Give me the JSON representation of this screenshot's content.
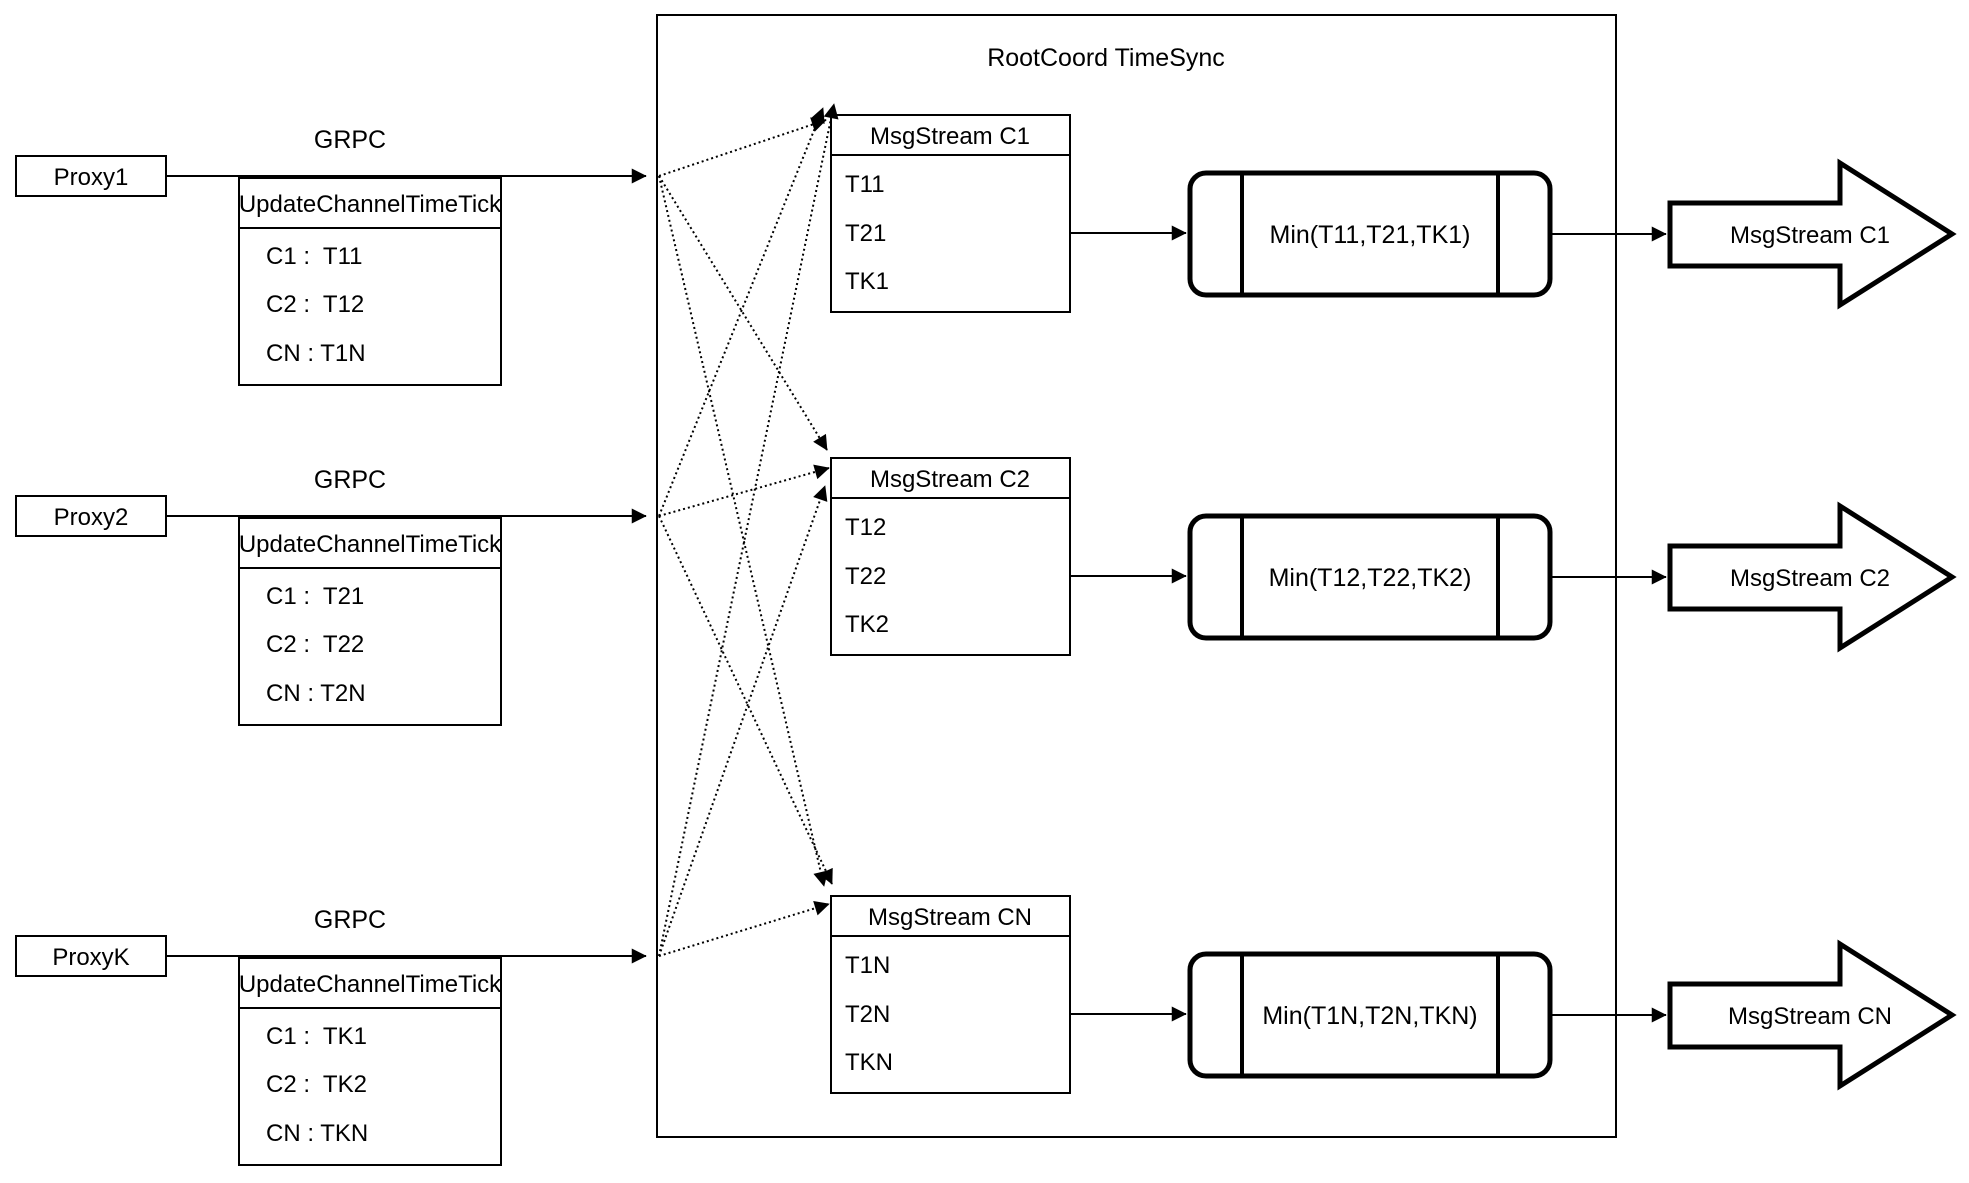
{
  "title": "RootCoord TimeSync",
  "proxies": [
    {
      "label": "Proxy1",
      "grpc_label": "GRPC",
      "table_header": "UpdateChannelTimeTick",
      "rows": [
        "C1 :  T11",
        "C2 :  T12",
        "CN : T1N"
      ]
    },
    {
      "label": "Proxy2",
      "grpc_label": "GRPC",
      "table_header": "UpdateChannelTimeTick",
      "rows": [
        "C1 :  T21",
        "C2 :  T22",
        "CN : T2N"
      ]
    },
    {
      "label": "ProxyK",
      "grpc_label": "GRPC",
      "table_header": "UpdateChannelTimeTick",
      "rows": [
        "C1 :  TK1",
        "C2 :  TK2",
        "CN : TKN"
      ]
    }
  ],
  "streams": [
    {
      "table_header": "MsgStream C1",
      "rows": [
        "T11",
        "T21",
        "TK1"
      ],
      "min_label": "Min(T11,T21,TK1)",
      "output_label": "MsgStream C1"
    },
    {
      "table_header": "MsgStream C2",
      "rows": [
        "T12",
        "T22",
        "TK2"
      ],
      "min_label": "Min(T12,T22,TK2)",
      "output_label": "MsgStream C2"
    },
    {
      "table_header": "MsgStream CN",
      "rows": [
        "T1N",
        "T2N",
        "TKN"
      ],
      "min_label": "Min(T1N,T2N,TKN)",
      "output_label": "MsgStream CN"
    }
  ],
  "colors": {
    "stroke": "#000000",
    "background": "#ffffff"
  }
}
